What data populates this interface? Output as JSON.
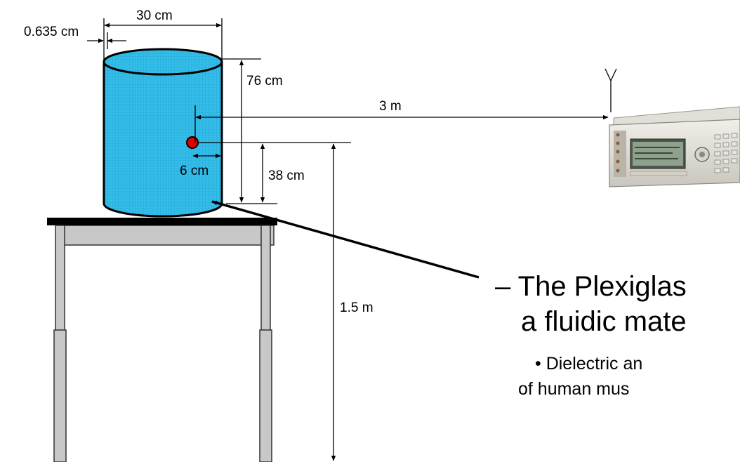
{
  "dimensions": {
    "wall_thickness": "0.635 cm",
    "diameter": "30 cm",
    "height": "76 cm",
    "distance": "3 m",
    "source_depth": "6 cm",
    "source_height": "38 cm",
    "table_height": "1.5 m"
  },
  "description": {
    "bullet_main": "– The Plexiglas",
    "bullet_main_cont": "a fluidic mate",
    "sub_bullet": "• Dielectric an",
    "sub_bullet_cont": "of human mus"
  },
  "colors": {
    "cylinder_fill": "#33bde8",
    "cylinder_stroke": "#000000",
    "source_dot": "#e00000",
    "table_top": "#000000",
    "table_frame": "#c8c8c8"
  },
  "icons": {
    "antenna": "antenna-icon",
    "instrument": "signal-generator"
  }
}
